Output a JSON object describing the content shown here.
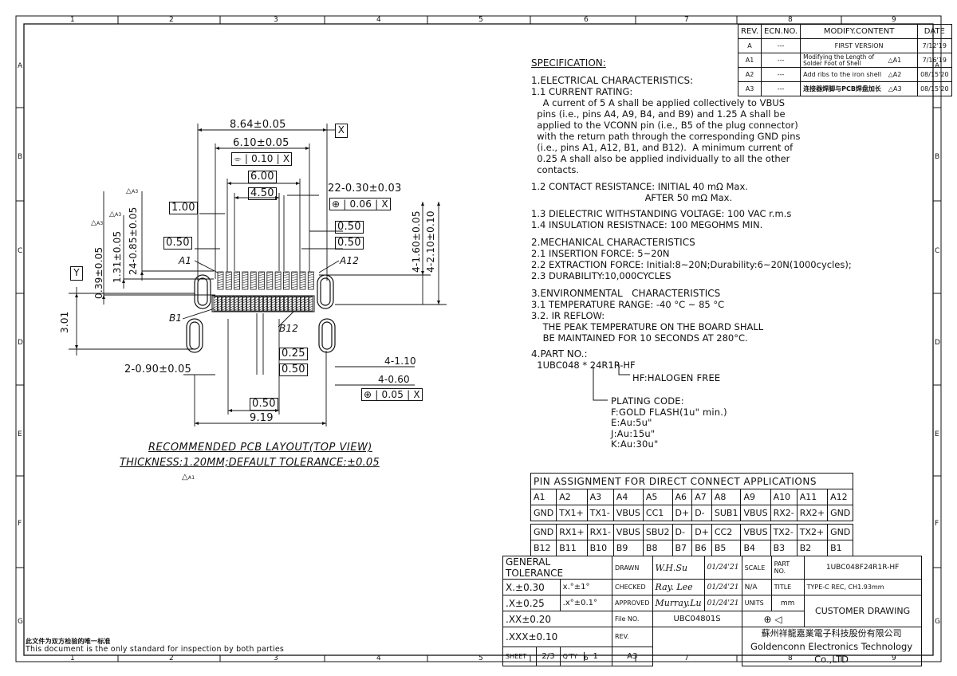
{
  "frame": {
    "top_columns": [
      "1",
      "2",
      "3",
      "4",
      "5",
      "6",
      "7",
      "8",
      "9"
    ],
    "bottom_columns": [
      "1",
      "2",
      "3",
      "4",
      "5",
      "6",
      "7",
      "8",
      "9"
    ],
    "left_rows": [
      "A",
      "B",
      "C",
      "D",
      "E",
      "F",
      "G"
    ],
    "right_rows": [
      "A",
      "B",
      "C",
      "D",
      "E",
      "F",
      "G"
    ]
  },
  "rev_table": {
    "headers": [
      "REV.",
      "ECN.NO.",
      "MODIFY.CONTENT",
      "DATE"
    ],
    "rows": [
      {
        "rev": "A",
        "ecn": "---",
        "content": "FIRST VERSION",
        "flag": "",
        "date": "7/12'19"
      },
      {
        "rev": "A1",
        "ecn": "---",
        "content": "Modifying the Length of Solder Foot of Shell",
        "flag": "A1",
        "date": "7/16'19"
      },
      {
        "rev": "A2",
        "ecn": "---",
        "content": "Add ribs to the iron shell",
        "flag": "A2",
        "date": "08/15'20"
      },
      {
        "rev": "A3",
        "ecn": "---",
        "content": "连接器焊脚与PCB焊盘加长",
        "flag": "A3",
        "date": "08/15'20"
      }
    ]
  },
  "spec": {
    "title": "SPECIFICATION:",
    "lines": [
      "1.ELECTRICAL CHARACTERISTICS:",
      "1.1 CURRENT RATING:",
      "    A current of 5 A shall be applied collectively to VBUS",
      "  pins (i.e., pins A4, A9, B4, and B9) and 1.25 A shall be",
      "  applied to the VCONN pin (i.e., B5 of the plug connector)",
      "  with the return path through the corresponding GND pins",
      "  (i.e., pins A1, A12, B1, and B12).  A minimum current of",
      "  0.25 A shall also be applied individually to all the other",
      "  contacts.",
      "1.2 CONTACT RESISTANCE: INITIAL 40 mΩ Max.",
      "                                       AFTER 50 mΩ Max.",
      "1.3 DIELECTRIC WITHSTANDING VOLTAGE: 100 VAC r.m.s",
      "1.4 INSULATION RESISTNACE: 100 MEGOHMS MIN.",
      "2.MECHANICAL CHARACTERISTICS",
      "2.1 INSERTION FORCE: 5~20N",
      "2.2 EXTRACTION FORCE: Initial:8~20N;Durability:6~20N(1000cycles);",
      "2.3 DURABILITY:10,000CYCLES",
      "3.ENVIRONMENTAL   CHARACTERISTICS",
      "3.1 TEMPERATURE RANGE: -40 °C ~ 85 °C",
      "3.2. IR REFLOW:",
      "    THE PEAK TEMPERATURE ON THE BOARD SHALL",
      "    BE MAINTAINED FOR 10 SECONDS AT 280°C.",
      "4.PART NO.:",
      "  1UBC048 * 24R1R-HF"
    ],
    "halogen_note": "HF:HALOGEN FREE",
    "plating": [
      "PLATING CODE:",
      "F:GOLD FLASH(1u\" min.)",
      "E:Au:5u\"",
      "J:Au:15u\"",
      "K:Au:30u\""
    ]
  },
  "drawing": {
    "dims": {
      "d864": "8.64±0.05",
      "x_ref": "X",
      "d610": "6.10±0.05",
      "sym_tol": "0.10",
      "sym_ref": "X",
      "d600": "6.00",
      "d450": "4.50",
      "d22": "22-0.30±0.03",
      "pos_tol": "0.06",
      "pos_ref": "X",
      "d100": "1.00",
      "d050a": "0.50",
      "d050b": "0.50",
      "d050c": "0.50",
      "v039": "0.39±0.05",
      "v131": "1.31±0.05",
      "v24": "24-0.85±0.05",
      "v4_160": "4-1.60±0.05",
      "v4_210": "4-2.10±0.10",
      "y_ref": "Y",
      "v301": "3.01",
      "a1": "A1",
      "a12": "A12",
      "b1": "B1",
      "b12": "B12",
      "d025": "0.25",
      "d050d": "0.50",
      "d2_090": "2-0.90±0.05",
      "d4_110": "4-1.10",
      "d4_060": "4-0.60",
      "pos2_tol": "0.05",
      "pos2_ref": "X",
      "d050e": "0.50",
      "d919": "9.19",
      "flag_a1": "A1",
      "flag_a3a": "A3",
      "flag_a3b": "A3",
      "flag_a3c": "A3"
    },
    "caption1": "RECOMMENDED  PCB  LAYOUT(TOP  VIEW)",
    "caption2": "THICKNESS:1.20MM;DEFAULT  TOLERANCE:±0.05",
    "caption_flag": "A1"
  },
  "pin_table": {
    "title": "PIN  ASSIGNMENT  FOR  DIRECT  CONNECT  APPLICATIONS",
    "row_a_pins": [
      "A1",
      "A2",
      "A3",
      "A4",
      "A5",
      "A6",
      "A7",
      "A8",
      "A9",
      "A10",
      "A11",
      "A12"
    ],
    "row_a_sig": [
      "GND",
      "TX1+",
      "TX1-",
      "VBUS",
      "CC1",
      "D+",
      "D-",
      "SUB1",
      "VBUS",
      "RX2-",
      "RX2+",
      "GND"
    ],
    "row_b_sig": [
      "GND",
      "RX1+",
      "RX1-",
      "VBUS",
      "SBU2",
      "D-",
      "D+",
      "CC2",
      "VBUS",
      "TX2-",
      "TX2+",
      "GND"
    ],
    "row_b_pins": [
      "B12",
      "B11",
      "B10",
      "B9",
      "B8",
      "B7",
      "B6",
      "B5",
      "B4",
      "B3",
      "B2",
      "B1"
    ]
  },
  "title_block": {
    "general_tolerance": "GENERAL  TOLERANCE",
    "tol_x": "X.±0.30",
    "tol_xx": ".X±0.25",
    "tol_xxx": ".XX±0.20",
    "tol_xxxx": ".XXX±0.10",
    "angle1": "x.°±1°",
    "angle2": ".x°±0.1°",
    "drawn": "DRAWN",
    "drawn_by": "W.H.Su",
    "drawn_date": "01/24'21",
    "checked": "CHECKED",
    "checked_by": "Ray. Lee",
    "checked_date": "01/24'21",
    "approved": "APPROVED",
    "approved_by": "Murray.Lu",
    "approved_date": "01/24'21",
    "file_no_label": "File  NO.",
    "file_no": "UBC04801S",
    "rev_label": "REV.",
    "rev_value": "A3",
    "scale": "SCALE",
    "scale_value": "N/A",
    "units": "UNITS",
    "units_value": "mm",
    "part_no_label": "PART  NO.",
    "part_no": "1UBC048F24R1R-HF",
    "title_label": "TITLE",
    "title_value": "TYPE-C REC, CH1.93mm",
    "customer": "CUSTOMER  DRAWING",
    "sheet_label": "SHEET",
    "sheet_value": "2/3",
    "qty_label": "Q'TY",
    "qty_value": "1",
    "company_cn": "蘇州祥龍嘉業電子科技股份有限公司",
    "company_en": "Goldenconn  Electronics  Technology  Co.,LTD"
  },
  "footer": {
    "cn": "此文件为双方检验的唯一标准",
    "en": "This  document  is  the  only  standard  for  inspection  by  both  parties"
  }
}
